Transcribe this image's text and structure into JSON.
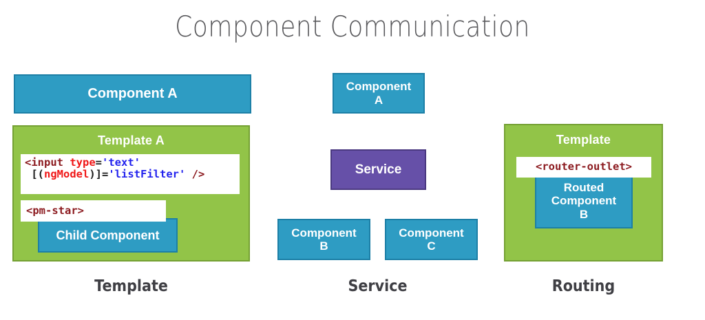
{
  "title": "Component Communication",
  "columns": {
    "template": {
      "caption": "Template",
      "component_a_label": "Component A",
      "template_heading": "Template A",
      "code_input": {
        "line1": {
          "tag_open": "<input",
          "attr": " type",
          "equals": "=",
          "value": "'text'"
        },
        "line2": {
          "bind_open": " [(",
          "directive": "ngModel",
          "bind_close": ")]",
          "equals": "=",
          "value": "'listFilter'",
          "tag_close": " />"
        }
      },
      "code_pm_star": "<pm-star>",
      "child_component_label": "Child Component"
    },
    "service": {
      "caption": "Service",
      "component_a_label": "Component\nA",
      "service_label": "Service",
      "component_b_label": "Component\nB",
      "component_c_label": "Component\nC"
    },
    "routing": {
      "caption": "Routing",
      "template_heading": "Template",
      "code_router_outlet": "<router-outlet>",
      "routed_component_label": "Routed\nComponent\nB"
    }
  },
  "colors": {
    "blue": "#2e9cc3",
    "blue_border": "#1c7fa6",
    "green": "#92c448",
    "green_border": "#74a033",
    "purple": "#6650a8",
    "purple_border": "#4a3880",
    "title_gray": "#58585b",
    "caption_gray": "#3f3f44",
    "code_tag": "#8c1b20",
    "code_attr": "#f01616",
    "code_string": "#2222ee"
  }
}
